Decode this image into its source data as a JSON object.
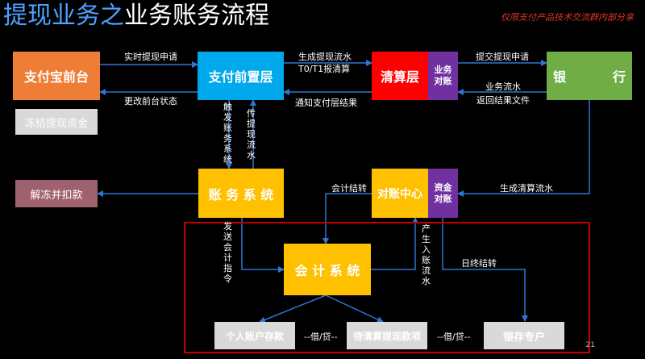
{
  "header": {
    "title_part1": "提现业务之",
    "title_part2": "业务账务流程",
    "note": "仅限支付产品技术交流群内部分享"
  },
  "nodes": {
    "alipay_front": "支付宝前台",
    "freeze_funds": "冻结提现资金",
    "unfreeze": "解冻并扣款",
    "payment_front": "支付前置层",
    "clearing": "清算层",
    "business_recon": "业务对账",
    "bank_1": "银",
    "bank_2": "行",
    "account_system": "账 务 系 统",
    "recon_center": "对账中心",
    "funds_recon": "资金对账",
    "accounting_system": "会 计 系 统",
    "personal_deposit": "个人账户存款",
    "pending_withdraw": "待清算提现款项",
    "bank_special": "银存专户"
  },
  "edges": {
    "realtime_request": "实时提现申请",
    "change_front_status": "更改前台状态",
    "gen_flow_1": "生成提现流水",
    "gen_flow_2": "T0/T1报清算",
    "notify_result": "通知支付层结果",
    "submit_request": "提交提现申请",
    "biz_flow": "业务流水",
    "return_file": "返回结果文件",
    "trigger_account": "触发账务系统",
    "transfer_flow": "传提现流水",
    "accounting_transfer": "会计结转",
    "gen_clearing_flow": "生成清算流水",
    "send_instruction": "发送会计指令",
    "gen_entry_flow": "产生入账流水",
    "daily_transfer": "日终结转",
    "debit_credit_1": "--借/贷--",
    "debit_credit_2": "--借/贷--"
  },
  "page_number": "21",
  "colors": {
    "orange": "#ee7d35",
    "blue": "#00a8ec",
    "red": "#ff0000",
    "purple": "#7030a0",
    "green": "#70ad47",
    "yellow": "#ffc000",
    "grey": "#d9d9d9",
    "mauve": "#a0616e",
    "frame": "#c00000"
  }
}
